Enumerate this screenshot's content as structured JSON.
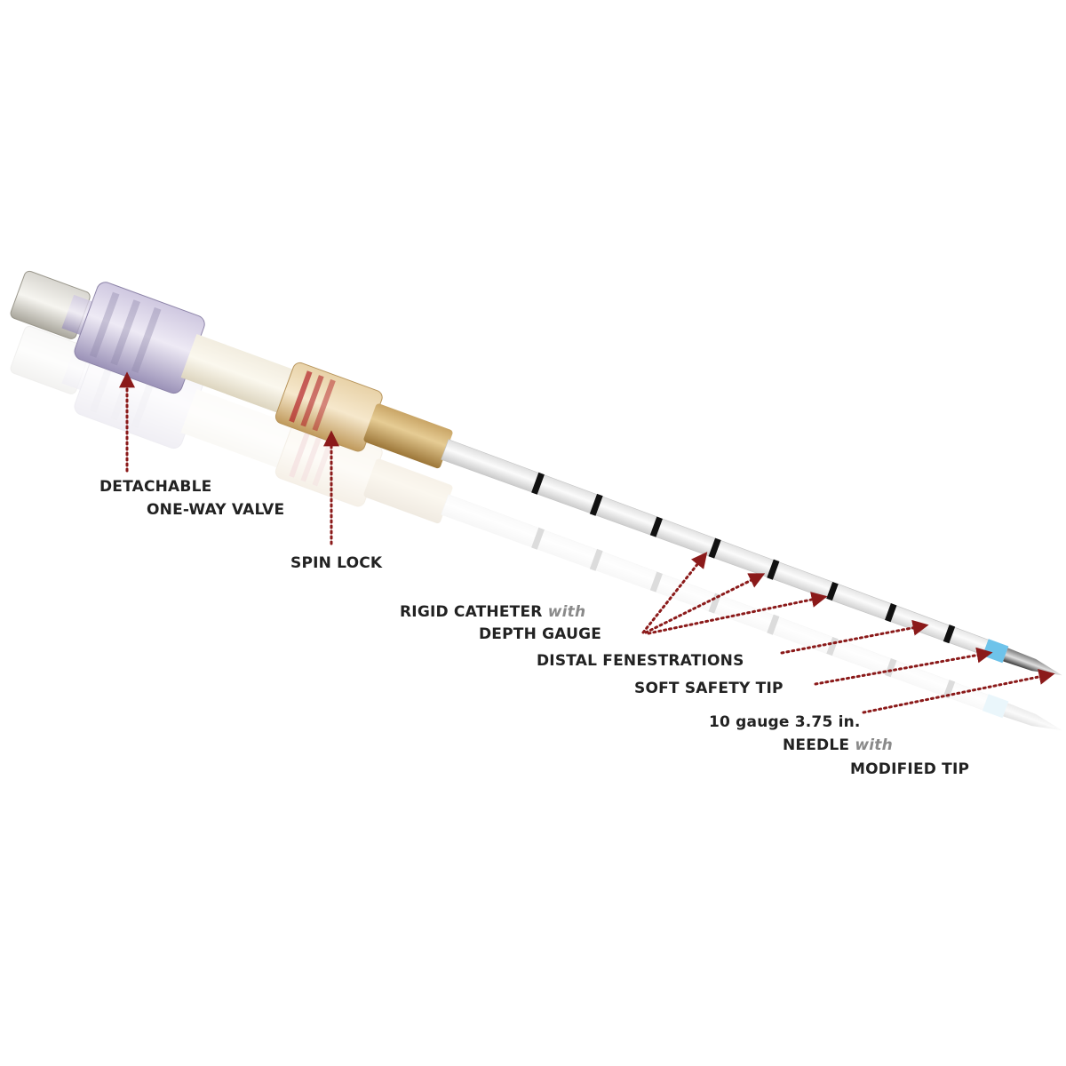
{
  "labels": {
    "valve_line1": "DETACHABLE",
    "valve_line2": "ONE-WAY VALVE",
    "spin_lock": "SPIN LOCK",
    "catheter_line1": "RIGID CATHETER",
    "catheter_with": "with",
    "catheter_line2": "DEPTH GAUGE",
    "fenestrations": "DISTAL FENESTRATIONS",
    "soft_tip": "SOFT SAFETY TIP",
    "needle_line1": "10 gauge 3.75 in.",
    "needle_line2": "NEEDLE",
    "needle_with": "with",
    "needle_line3": "MODIFIED TIP"
  },
  "colors": {
    "leader": "#8b1a1a",
    "text": "#222222",
    "with_text": "#8a8a8a",
    "valve": "#b8aed0",
    "spin_lock": "#d9b98a",
    "hub": "#c79f5a",
    "catheter": "#f4f4f1",
    "safety_tip": "#6ec3ea"
  }
}
